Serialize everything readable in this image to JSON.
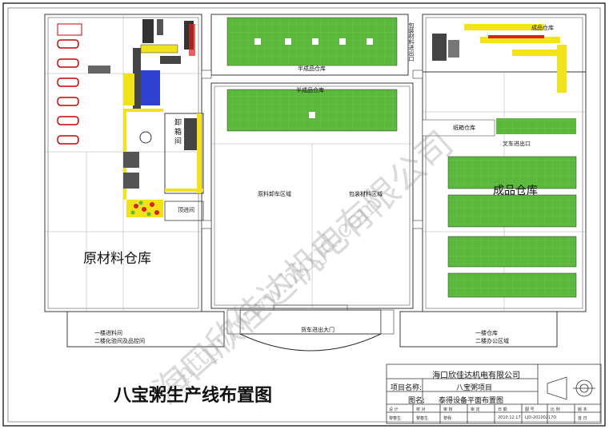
{
  "title": "八宝粥生产线布置图",
  "areas": {
    "raw_material_warehouse": "原材料仓库",
    "semi_finished_top": "半成品仓库",
    "semi_finished_mid": "半成品仓库",
    "unload_room": "卸 箱 间",
    "entry_room": "顶进间",
    "raw_unload_zone": "原料卸车区域",
    "packaging_zone": "包装材料区域",
    "truck_gate": "货车进出大门",
    "carton_warehouse": "纸箱仓库",
    "forklift_exit": "叉车进出口",
    "finished_warehouse": "成品仓库",
    "finished_top": "成品仓库",
    "left_note_1": "一楼进料间",
    "left_note_2": "二楼化验间及品控间",
    "right_note_1": "一楼仓库",
    "right_note_2": "二楼办公区域",
    "vertical_conveyor": "包装材料进出口"
  },
  "title_block": {
    "company": "海口欣佳达机电有限公司",
    "project_label": "项目名称:",
    "project": "八宝粥项目",
    "drawing_label": "图名:",
    "drawing": "泰得设备平面布置图",
    "headers": [
      "设 计",
      "校 对",
      "审 核",
      "审 定",
      "日 期",
      "图 号",
      "比 例",
      "版 本"
    ],
    "values": [
      "黎春生",
      "黎春生",
      "黎我",
      "",
      "2010.12.17",
      "LJD-20100217D",
      "",
      "首 日"
    ]
  },
  "watermark": {
    "text1": "海口欣佳达机电有限公司",
    "text2": "http://www.hkxjd.com"
  },
  "colors": {
    "green": "#5cb83c",
    "yellow": "#f2e21a",
    "red": "#d82020",
    "blue": "#2f3fd0",
    "line": "#3a3a3a"
  }
}
